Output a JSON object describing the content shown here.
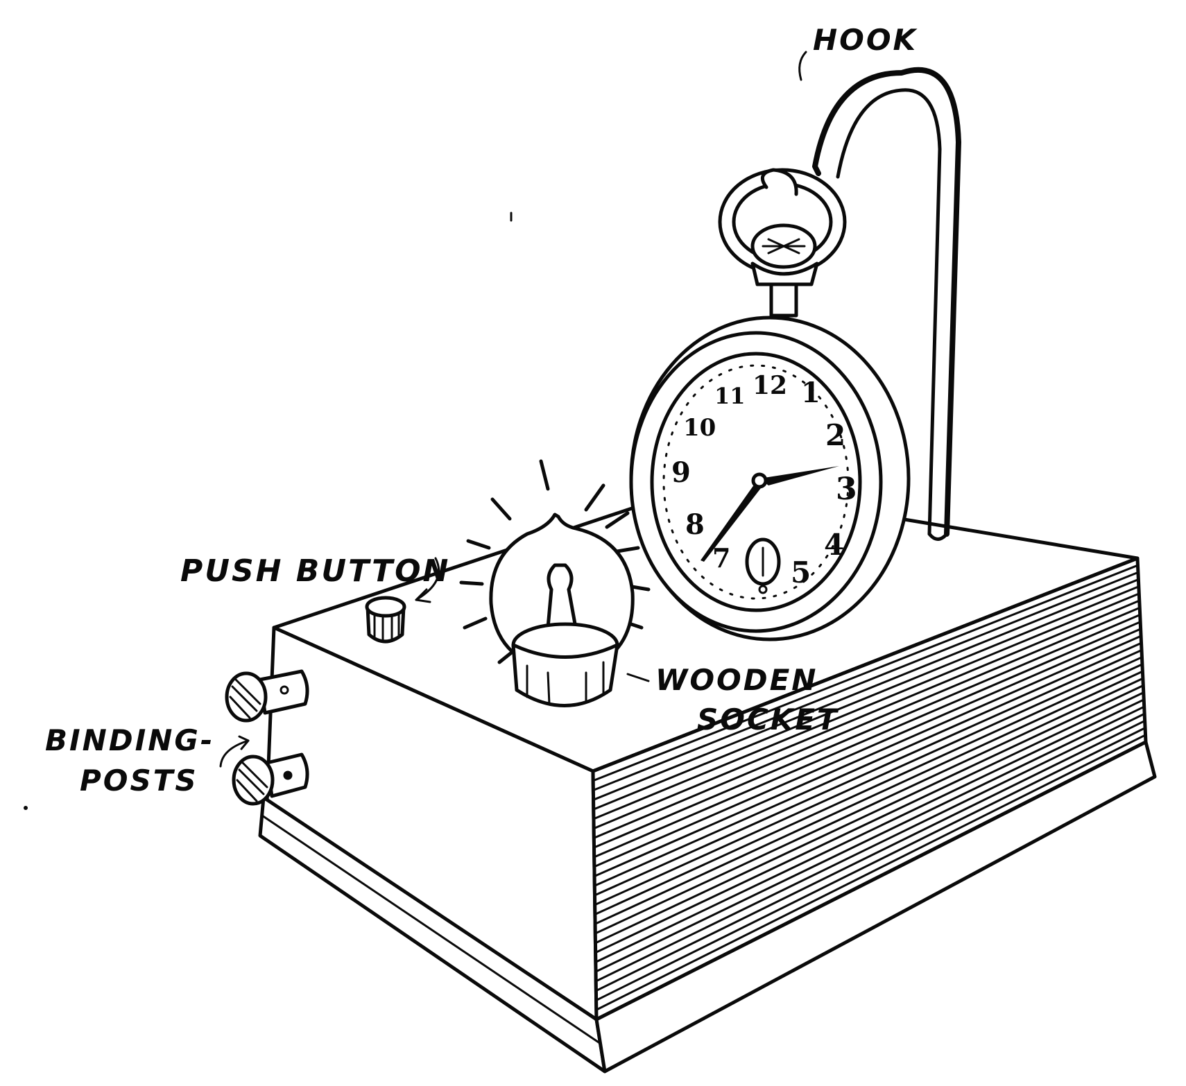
{
  "labels": {
    "hook": "HOOK",
    "push_button": "PUSH BUTTON",
    "wooden_socket_line1": "WOODEN",
    "wooden_socket_line2": "SOCKET",
    "binding_posts_line1": "BINDING-",
    "binding_posts_line2": "POSTS"
  },
  "watch_dial": {
    "numerals": [
      "12",
      "1",
      "2",
      "3",
      "4",
      "5",
      "7",
      "8",
      "9",
      "10",
      "11"
    ],
    "hour_hand_points_to": "3",
    "minute_hand_points_to": "7-8"
  },
  "colors": {
    "ink": "#0a0a0a",
    "paper": "#ffffff"
  }
}
